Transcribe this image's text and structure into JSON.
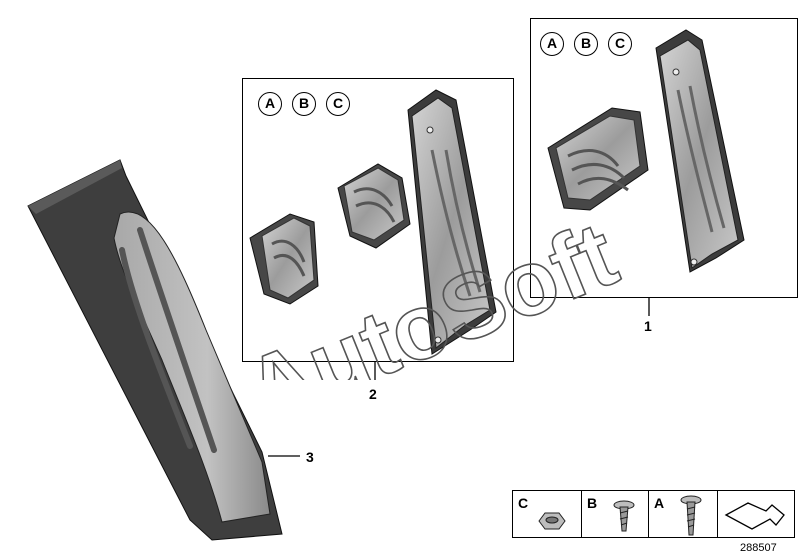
{
  "diagram": {
    "callouts": {
      "item_1": "1",
      "item_2": "2",
      "item_3": "3"
    },
    "variant_letters": [
      "A",
      "B",
      "C"
    ],
    "legend": {
      "c": "C",
      "b": "B",
      "a": "A"
    },
    "diagram_number": "288507"
  },
  "watermark": {
    "text": "AutoSoft"
  }
}
